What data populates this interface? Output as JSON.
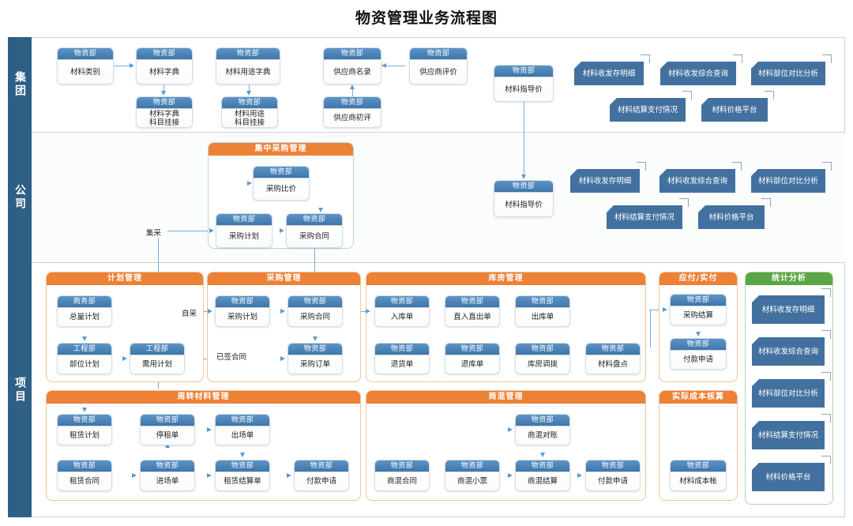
{
  "title": "物资管理业务流程图",
  "bands": [
    {
      "name": "集团"
    },
    {
      "name": "公司"
    },
    {
      "name": "项目"
    }
  ],
  "dept_labels": {
    "wuzi": "物资部",
    "shangwu": "商务部",
    "gongcheng": "工程部"
  },
  "group_titles": {
    "central_purchase": "集中采购管理",
    "plan_mgmt": "计划管理",
    "purchase_mgmt": "采购管理",
    "warehouse_mgmt": "库房管理",
    "payable_paid": "应付/实付",
    "statistics": "统计分析",
    "turnover_material": "周转材料管理",
    "concrete_mgmt": "商混管理",
    "actual_cost": "实际成本核算"
  },
  "group_band1": {
    "nodes": [
      {
        "dept": "物资部",
        "label": "材料类别"
      },
      {
        "dept": "物资部",
        "label": "材料字典"
      },
      {
        "dept": "物资部",
        "label": "材料用途字典"
      },
      {
        "dept": "物资部",
        "label": "供应商名录"
      },
      {
        "dept": "物资部",
        "label": "供应商评价"
      },
      {
        "dept": "物资部",
        "label": "材料字典\n科目挂接"
      },
      {
        "dept": "物资部",
        "label": "材料用途\n科目挂接"
      },
      {
        "dept": "物资部",
        "label": "供应商初评"
      },
      {
        "dept": "物资部",
        "label": "材料指导价"
      }
    ],
    "reports": [
      "材料收发存明细",
      "材料收发综合查询",
      "材料部位对比分析",
      "材料结算支付情况",
      "材料价格平台"
    ]
  },
  "band2": {
    "edge_label_central": "集采",
    "nodes": [
      {
        "dept": "物资部",
        "label": "采购比价"
      },
      {
        "dept": "物资部",
        "label": "采购计划"
      },
      {
        "dept": "物资部",
        "label": "采购合同"
      },
      {
        "dept": "物资部",
        "label": "材料指导价"
      }
    ],
    "reports": [
      "材料收发存明细",
      "材料收发综合查询",
      "材料部位对比分析",
      "材料结算支付情况",
      "材料价格平台"
    ]
  },
  "band3": {
    "edge_labels": {
      "self_purchase": "自采",
      "signed_contract": "已签合同"
    },
    "plan_mgmt_nodes": [
      {
        "dept": "商务部",
        "label": "总量计划"
      },
      {
        "dept": "工程部",
        "label": "部位计划"
      },
      {
        "dept": "工程部",
        "label": "需用计划"
      }
    ],
    "purchase_mgmt_nodes": [
      {
        "dept": "物资部",
        "label": "采购计划"
      },
      {
        "dept": "物资部",
        "label": "采购合同"
      },
      {
        "dept": "物资部",
        "label": "采购订单"
      }
    ],
    "warehouse_nodes": [
      {
        "dept": "物资部",
        "label": "入库单"
      },
      {
        "dept": "物资部",
        "label": "直入直出单"
      },
      {
        "dept": "物资部",
        "label": "出库单"
      },
      {
        "dept": "物资部",
        "label": "退货单"
      },
      {
        "dept": "物资部",
        "label": "退库单"
      },
      {
        "dept": "物资部",
        "label": "库房调拨"
      },
      {
        "dept": "物资部",
        "label": "材料盘点"
      }
    ],
    "payable_nodes": [
      {
        "dept": "物资部",
        "label": "采购结算"
      },
      {
        "dept": "物资部",
        "label": "付款申请"
      }
    ],
    "statistics_reports": [
      "材料收发存明细",
      "材料收发综合查询",
      "材料部位对比分析",
      "材料结算支付情况",
      "材料价格平台"
    ],
    "turnover_nodes": [
      {
        "dept": "物资部",
        "label": "租赁计划"
      },
      {
        "dept": "物资部",
        "label": "停租单"
      },
      {
        "dept": "物资部",
        "label": "出场单"
      },
      {
        "dept": "物资部",
        "label": "租赁合同"
      },
      {
        "dept": "物资部",
        "label": "进场单"
      },
      {
        "dept": "物资部",
        "label": "租赁结算单"
      },
      {
        "dept": "物资部",
        "label": "付款申请"
      }
    ],
    "concrete_nodes": [
      {
        "dept": "物资部",
        "label": "商混对账"
      },
      {
        "dept": "物资部",
        "label": "商混合同"
      },
      {
        "dept": "物资部",
        "label": "商混小票"
      },
      {
        "dept": "物资部",
        "label": "商混结算"
      },
      {
        "dept": "物资部",
        "label": "付款申请"
      }
    ],
    "actual_cost_nodes": [
      {
        "dept": "物资部",
        "label": "材料成本帐"
      }
    ]
  },
  "colors": {
    "band_bar": "#2e5f85",
    "card_header": "#3f76ab",
    "group_header_orange": "#ed8136",
    "group_header_green": "#5aa545",
    "report_fill": "#43719f",
    "connector": "#7aadd4"
  }
}
